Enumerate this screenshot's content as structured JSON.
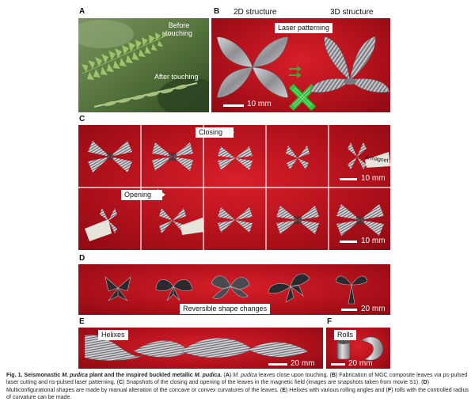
{
  "panels": {
    "a": {
      "letter": "A",
      "label_before": "Before",
      "label_before2": "touching",
      "label_after": "After touching"
    },
    "b": {
      "letter": "B",
      "title_2d": "2D structure",
      "title_3d": "3D structure",
      "laser_label": "Laser patterning",
      "scale": "10 mm"
    },
    "c": {
      "letter": "C",
      "closing_label": "Closing",
      "opening_label": "Opening",
      "magnet_label": "A magnet",
      "scale_top": "10 mm",
      "scale_bottom": "10 mm"
    },
    "d": {
      "letter": "D",
      "label": "Reversible shape changes",
      "scale": "20 mm"
    },
    "e": {
      "letter": "E",
      "label": "Helixes",
      "scale": "20 mm"
    },
    "f": {
      "letter": "F",
      "label": "Rolls",
      "scale": "20 mm"
    }
  },
  "caption": {
    "fig": "Fig. 1. Seismonastic ",
    "fig_it1": "M. pudica",
    "fig_mid": " plant and the inspired buckled metallic ",
    "fig_it2": "M. pudica.",
    "a_open": " (",
    "a_letter": "A",
    "a_close": ") ",
    "a_it": "M. pudica",
    "a_text": " leaves close upon touching. (",
    "b_letter": "B",
    "b_text": ") Fabrication of MGC composite leaves via ps-pulsed laser cutting and ns-pulsed laser patterning. (",
    "c_letter": "C",
    "c_text": ") Snapshots of the closing and opening of the leaves in the magnetic field (images are snapshots taken from movie S1). (",
    "d_letter": "D",
    "d_text": ") Multiconfigurational shapes are made by manual alteration of the concave or convex curvatures of the leaves. (",
    "e_letter": "E",
    "e_text": ") Helixes with various rolling angles and (",
    "f_letter": "F",
    "f_text": ") rolls with the controlled radius of curvature can be made."
  },
  "colors": {
    "red": "#c41820",
    "leaf_green": "#5c8a3c",
    "metal": "#a9a9ad",
    "arrow_green": "#2fbf3a"
  }
}
